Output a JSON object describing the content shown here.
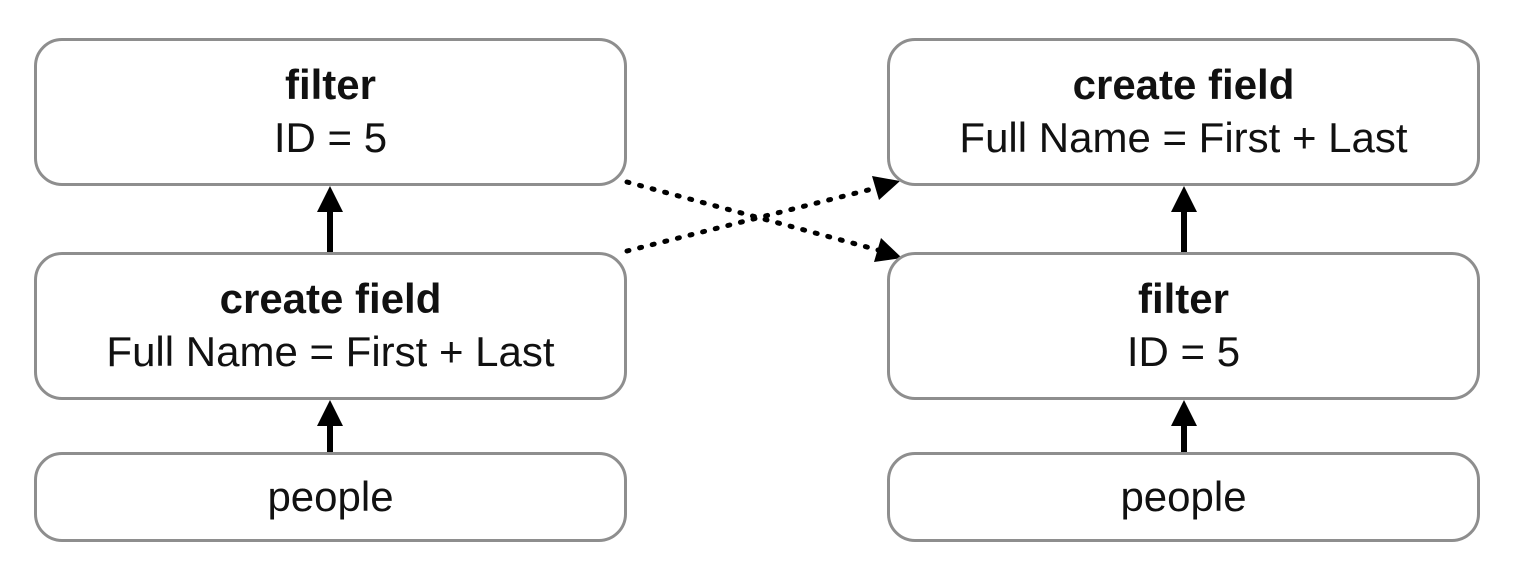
{
  "left": {
    "top": {
      "title": "filter",
      "expression": "ID = 5"
    },
    "middle": {
      "title": "create field",
      "expression": "Full Name = First + Last"
    },
    "bottom": {
      "source": "people"
    }
  },
  "right": {
    "top": {
      "title": "create field",
      "expression": "Full Name = First + Last"
    },
    "middle": {
      "title": "filter",
      "expression": "ID = 5"
    },
    "bottom": {
      "source": "people"
    }
  },
  "edges": [
    {
      "from": "left.bottom",
      "to": "left.middle",
      "style": "solid"
    },
    {
      "from": "left.middle",
      "to": "left.top",
      "style": "solid"
    },
    {
      "from": "right.bottom",
      "to": "right.middle",
      "style": "solid"
    },
    {
      "from": "right.middle",
      "to": "right.top",
      "style": "solid"
    },
    {
      "from": "left.top",
      "to": "right.middle",
      "style": "dotted"
    },
    {
      "from": "left.middle",
      "to": "right.top",
      "style": "dotted"
    }
  ],
  "colors": {
    "node_border": "#8e8e8e",
    "arrow": "#000000",
    "text": "#111111"
  }
}
